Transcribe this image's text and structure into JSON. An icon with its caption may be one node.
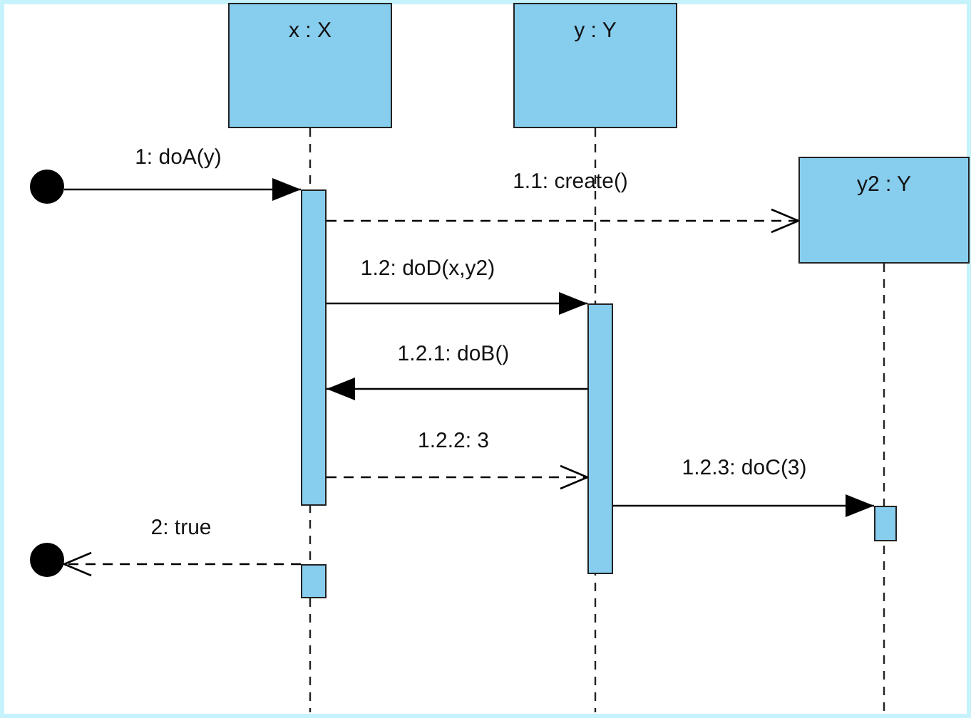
{
  "diagram": {
    "nodes": [
      {
        "text": [
          "x : X"
        ]
      },
      {
        "text": [
          "y : Y"
        ]
      },
      {
        "text": [
          "y2 : Y"
        ]
      },
      {
        "text": [],
        "shape": "circle"
      },
      {
        "text": [],
        "shape": "circle"
      },
      {
        "text": [],
        "shape": "bar"
      },
      {
        "text": [],
        "shape": "bar"
      },
      {
        "text": [],
        "shape": "bar"
      },
      {
        "text": [],
        "shape": "bar"
      }
    ],
    "edges": [
      {
        "from": 3,
        "to": 5,
        "arrow": "to",
        "label": "1: doA(y)"
      },
      {
        "from": 5,
        "to": 2,
        "arrow": "to",
        "label": "1.1: create()",
        "style": "dashed"
      },
      {
        "from": 5,
        "to": 6,
        "arrow": "to",
        "label": "1.2: doD(x,y2)"
      },
      {
        "from": 6,
        "to": 5,
        "arrow": "to",
        "label": "1.2.1: doB()"
      },
      {
        "from": 5,
        "to": 6,
        "arrow": "to",
        "label": "1.2.2: 3",
        "style": "dashed"
      },
      {
        "from": 6,
        "to": 7,
        "arrow": "to",
        "label": "1.2.3: doC(3)"
      },
      {
        "from": 8,
        "to": 4,
        "arrow": "to",
        "label": "2: true",
        "style": "dashed"
      }
    ]
  }
}
